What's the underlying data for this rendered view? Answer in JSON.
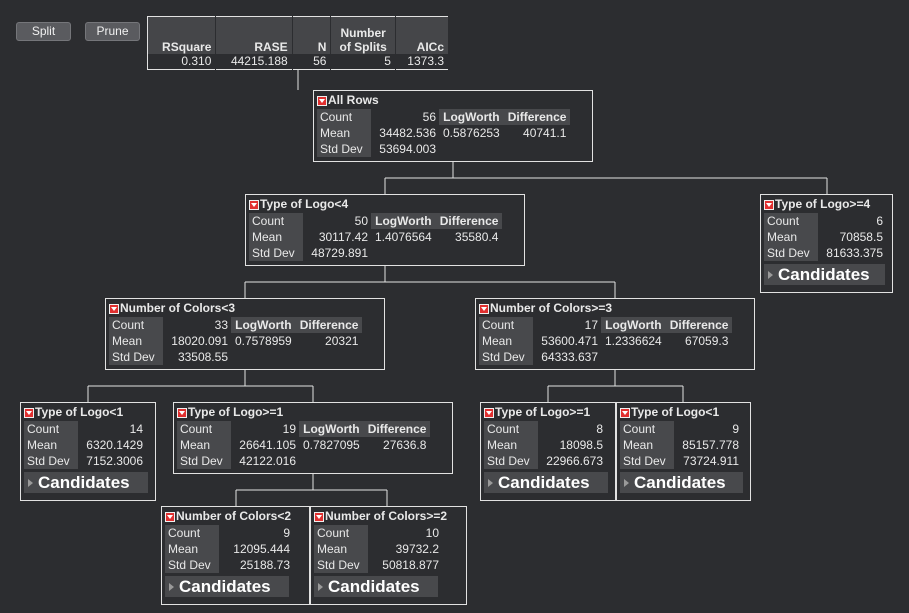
{
  "toolbar": {
    "split_label": "Split",
    "prune_label": "Prune"
  },
  "summary": {
    "headers": [
      "RSquare",
      "RASE",
      "N",
      "Number\nof Splits",
      "AICc"
    ],
    "values": [
      "0.310",
      "44215.188",
      "56",
      "5",
      "1373.3"
    ]
  },
  "labels": {
    "count": "Count",
    "mean": "Mean",
    "std_dev": "Std Dev",
    "logworth": "LogWorth",
    "difference": "Difference",
    "candidates": "Candidates"
  },
  "nodes": {
    "all_rows": {
      "title": "All Rows",
      "count": "56",
      "mean": "34482.536",
      "std_dev": "53694.003",
      "logworth": "0.5876253",
      "difference": "40741.1"
    },
    "logo_lt4": {
      "title": "Type of Logo<4",
      "count": "50",
      "mean": "30117.42",
      "std_dev": "48729.891",
      "logworth": "1.4076564",
      "difference": "35580.4"
    },
    "logo_ge4": {
      "title": "Type of Logo>=4",
      "count": "6",
      "mean": "70858.5",
      "std_dev": "81633.375"
    },
    "colors_lt3": {
      "title": "Number of Colors<3",
      "count": "33",
      "mean": "18020.091",
      "std_dev": "33508.55",
      "logworth": "0.7578959",
      "difference": "20321"
    },
    "colors_ge3": {
      "title": "Number of Colors>=3",
      "count": "17",
      "mean": "53600.471",
      "std_dev": "64333.637",
      "logworth": "1.2336624",
      "difference": "67059.3"
    },
    "logo_lt1_a": {
      "title": "Type of Logo<1",
      "count": "14",
      "mean": "6320.1429",
      "std_dev": "7152.3006"
    },
    "logo_ge1_a": {
      "title": "Type of Logo>=1",
      "count": "19",
      "mean": "26641.105",
      "std_dev": "42122.016",
      "logworth": "0.7827095",
      "difference": "27636.8"
    },
    "logo_ge1_b": {
      "title": "Type of Logo>=1",
      "count": "8",
      "mean": "18098.5",
      "std_dev": "22966.673"
    },
    "logo_lt1_b": {
      "title": "Type of Logo<1",
      "count": "9",
      "mean": "85157.778",
      "std_dev": "73724.911"
    },
    "colors_lt2": {
      "title": "Number of Colors<2",
      "count": "9",
      "mean": "12095.444",
      "std_dev": "25188.73"
    },
    "colors_ge2": {
      "title": "Number of Colors>=2",
      "count": "10",
      "mean": "39732.2",
      "std_dev": "50818.877"
    }
  },
  "colors": {
    "background": "#2c2d30",
    "border": "#e2e2e2",
    "label_bg": "#48494c",
    "menu_icon": "#e03030"
  }
}
